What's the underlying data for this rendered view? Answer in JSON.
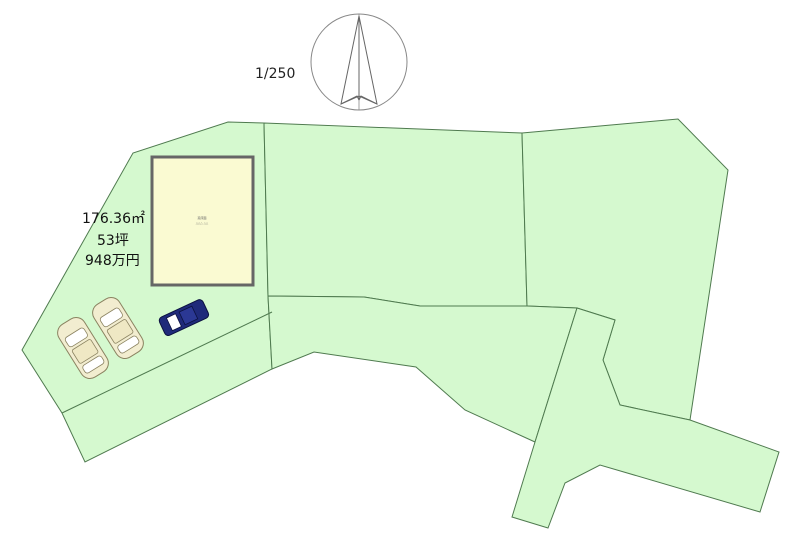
{
  "scale": {
    "label": "1/250"
  },
  "plot_info": {
    "area": "176.36㎡",
    "tsubo": "53坪",
    "price": "948万円"
  },
  "house": {
    "label_line1": "延床面",
    "label_line2": "△△△ △△"
  },
  "colors": {
    "land": "#d5f9cf",
    "land_border": "#4f7a4f",
    "house_fill": "#fafad2",
    "house_border": "#666666",
    "car_beige": "#f2edd0",
    "car_navy": "#1f2a7a"
  },
  "icons": {
    "north_arrow": "compass-north-arrow-icon",
    "cars": [
      "car-icon",
      "car-icon",
      "car-icon"
    ]
  }
}
